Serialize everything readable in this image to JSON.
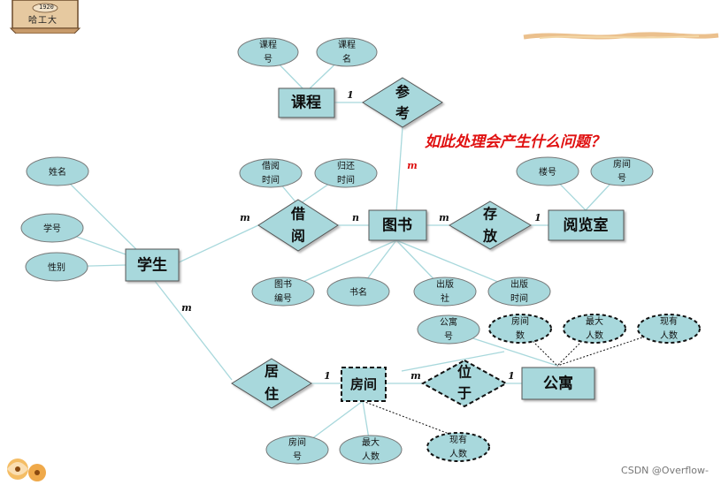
{
  "logo": {
    "text": "哈工大",
    "year": "1920"
  },
  "question": "如此处理会产生什么问题？",
  "watermark": "CSDN @Overflow-",
  "colors": {
    "fill": "#a8d8dc",
    "stroke": "#555555",
    "line": "#a8d8dc",
    "question": "#e01010"
  },
  "entities": [
    {
      "id": "course",
      "label": "课程"
    },
    {
      "id": "book",
      "label": "图书"
    },
    {
      "id": "readingroom",
      "label": "阅览室"
    },
    {
      "id": "student",
      "label": "学生"
    },
    {
      "id": "room",
      "label": "房间",
      "dashed": true
    },
    {
      "id": "apartment",
      "label": "公寓"
    }
  ],
  "relationships": [
    {
      "id": "refer",
      "lines": [
        "参",
        "考"
      ]
    },
    {
      "id": "borrow",
      "lines": [
        "借",
        "阅"
      ]
    },
    {
      "id": "store",
      "lines": [
        "存",
        "放"
      ]
    },
    {
      "id": "live",
      "lines": [
        "居",
        "住"
      ]
    },
    {
      "id": "locate",
      "lines": [
        "位",
        "于"
      ],
      "dashed": true
    }
  ],
  "attributes": [
    {
      "id": "course-no",
      "lines": [
        "课程",
        "号"
      ]
    },
    {
      "id": "course-name",
      "lines": [
        "课程",
        "名"
      ]
    },
    {
      "id": "borrow-time",
      "lines": [
        "借阅",
        "时间"
      ]
    },
    {
      "id": "return-time",
      "lines": [
        "归还",
        "时间"
      ]
    },
    {
      "id": "building-no",
      "lines": [
        "楼号"
      ]
    },
    {
      "id": "room-no-rr",
      "lines": [
        "房间",
        "号"
      ]
    },
    {
      "id": "name",
      "lines": [
        "姓名"
      ]
    },
    {
      "id": "student-no",
      "lines": [
        "学号"
      ]
    },
    {
      "id": "gender",
      "lines": [
        "性别"
      ]
    },
    {
      "id": "book-no",
      "lines": [
        "图书",
        "编号"
      ]
    },
    {
      "id": "book-name",
      "lines": [
        "书名"
      ]
    },
    {
      "id": "publisher",
      "lines": [
        "出版",
        "社"
      ]
    },
    {
      "id": "pub-time",
      "lines": [
        "出版",
        "时间"
      ]
    },
    {
      "id": "apt-no",
      "lines": [
        "公寓",
        "号"
      ]
    },
    {
      "id": "apt-room-count",
      "lines": [
        "房间",
        "数"
      ],
      "dashed": true
    },
    {
      "id": "apt-max",
      "lines": [
        "最大",
        "人数"
      ],
      "dashed": true
    },
    {
      "id": "apt-current",
      "lines": [
        "现有",
        "人数"
      ],
      "dashed": true
    },
    {
      "id": "room-no",
      "lines": [
        "房间",
        "号"
      ]
    },
    {
      "id": "room-max",
      "lines": [
        "最大",
        "人数"
      ]
    },
    {
      "id": "room-current",
      "lines": [
        "现有",
        "人数"
      ],
      "dashed": true
    }
  ],
  "cardinalities": [
    {
      "id": "c1",
      "text": "1"
    },
    {
      "id": "c2",
      "text": "m",
      "red": true
    },
    {
      "id": "c3",
      "text": "m"
    },
    {
      "id": "c4",
      "text": "n"
    },
    {
      "id": "c5",
      "text": "m"
    },
    {
      "id": "c6",
      "text": "1"
    },
    {
      "id": "c7",
      "text": "m"
    },
    {
      "id": "c8",
      "text": "1"
    },
    {
      "id": "c9",
      "text": "m"
    },
    {
      "id": "c10",
      "text": "1"
    }
  ]
}
